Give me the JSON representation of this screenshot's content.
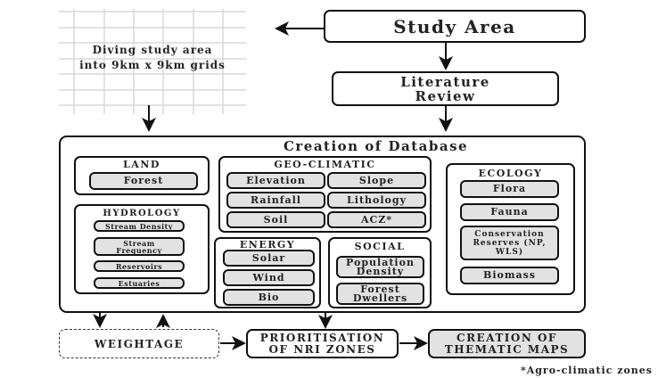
{
  "grid_caption": [
    "Diving study area",
    "into 9km x 9km grids"
  ],
  "study_area": "Study Area",
  "literature_review": [
    "Literature",
    "Review"
  ],
  "database": {
    "title": "Creation of Database",
    "land": {
      "title": "LAND",
      "items": [
        "Forest"
      ]
    },
    "hydrology": {
      "title": "HYDROLOGY",
      "items": [
        "Stream Density",
        "Stream Frequency",
        "Reservoirs",
        "Estuaries"
      ]
    },
    "geo_climatic": {
      "title": "GEO-CLIMATIC",
      "items": [
        "Elevation",
        "Slope",
        "Rainfall",
        "Lithology",
        "Soil",
        "ACZ*"
      ]
    },
    "energy": {
      "title": "ENERGY",
      "items": [
        "Solar",
        "Wind",
        "Bio"
      ]
    },
    "social": {
      "title": "SOCIAL",
      "items": [
        "Population Density",
        "Forest Dwellers"
      ]
    },
    "ecology": {
      "title": "ECOLOGY",
      "items": [
        "Flora",
        "Fauna",
        "Conservation Reserves (NP, WLS)",
        "Biomass"
      ]
    }
  },
  "weightage": "WEIGHTAGE",
  "prioritisation": [
    "PRIORITISATION",
    "OF NRI ZONES"
  ],
  "thematic_maps": [
    "CREATION OF",
    "THEMATIC MAPS"
  ],
  "footnote": "*Agro-climatic zones"
}
